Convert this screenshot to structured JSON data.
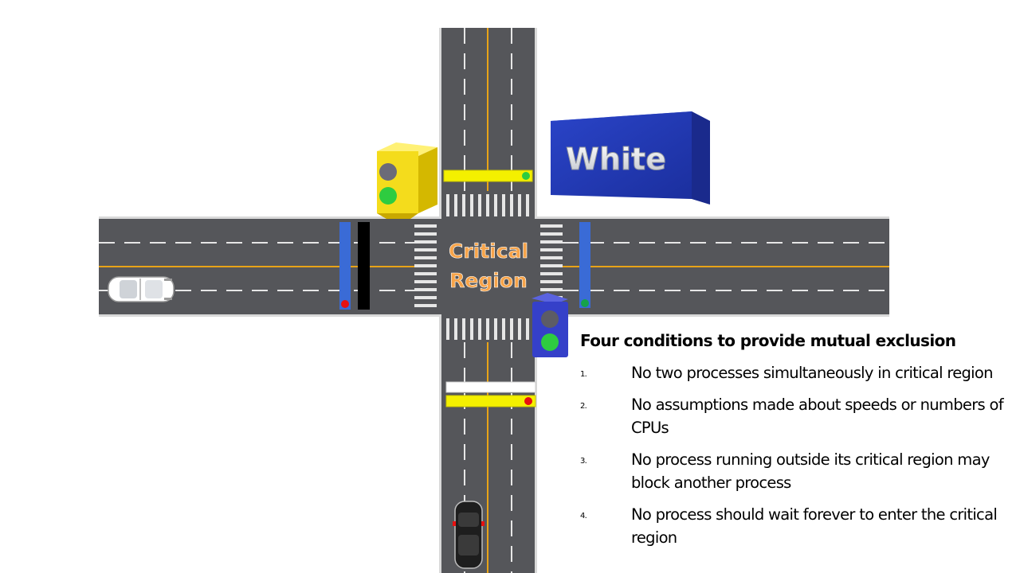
{
  "intersection": {
    "center_label_line1": "Critical",
    "center_label_line2": "Region",
    "box_label": "White"
  },
  "colors": {
    "road": "#55565a",
    "lane_yellow": "#e8a317",
    "label_orange": "#f7a44a",
    "box_blue": "#1f36b8",
    "signal_yellow": "#f4dc1c",
    "signal_blue": "#3540c9",
    "light_green": "#2ecc40",
    "light_red": "#e81010",
    "barrier_blue": "#3a6bd6"
  },
  "conditions": {
    "title": "Four conditions to provide mutual exclusion",
    "items": [
      {
        "num": "1.",
        "text": "No two processes simultaneously in critical region"
      },
      {
        "num": "2.",
        "text": "No assumptions made about speeds or numbers of CPUs"
      },
      {
        "num": "3.",
        "text": "No process running outside its critical region may block another process"
      },
      {
        "num": "4.",
        "text": "No process should wait forever to enter the critical region"
      }
    ]
  }
}
